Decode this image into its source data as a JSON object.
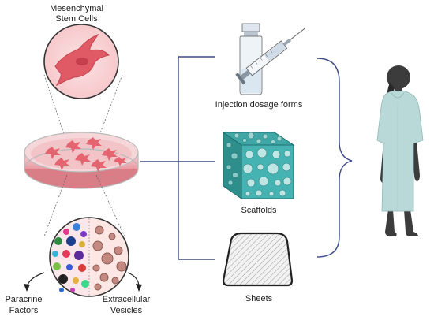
{
  "labels": {
    "msc_line1": "Mesenchymal",
    "msc_line2": "Stem Cells",
    "injection": "Injection dosage forms",
    "scaffolds": "Scaffolds",
    "sheets": "Sheets",
    "paracrine_line1": "Paracrine",
    "paracrine_line2": "Factors",
    "ev_line1": "Extracellular",
    "ev_line2": "Vesicles"
  },
  "colors": {
    "connector": "#3b4a86",
    "cell_pink": "#e8737c",
    "dish_pink": "#f3c8cc",
    "scaffold_teal": "#3fa8a6",
    "gown": "#b9d9d8",
    "patient_dark": "#3c3c3c"
  }
}
